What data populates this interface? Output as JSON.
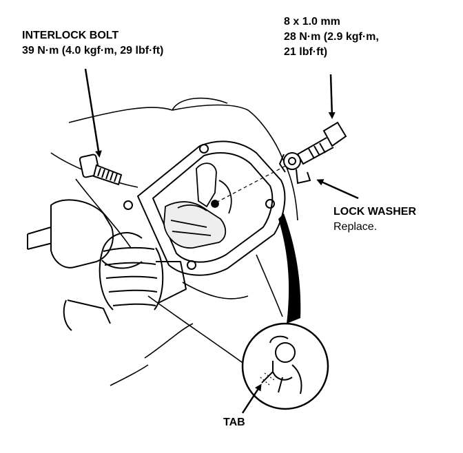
{
  "labels": {
    "interlock_bolt": {
      "name": "INTERLOCK BOLT",
      "torque": "39 N·m (4.0 kgf·m, 29 lbf·ft)"
    },
    "mount_bolt": {
      "size": "8 x 1.0 mm",
      "torque_line1": "28 N·m (2.9 kgf·m,",
      "torque_line2": "21 lbf·ft)"
    },
    "lock_washer": {
      "name": "LOCK WASHER",
      "note": "Replace."
    },
    "tab": "TAB"
  },
  "colors": {
    "ink": "#000000",
    "paper": "#ffffff"
  }
}
